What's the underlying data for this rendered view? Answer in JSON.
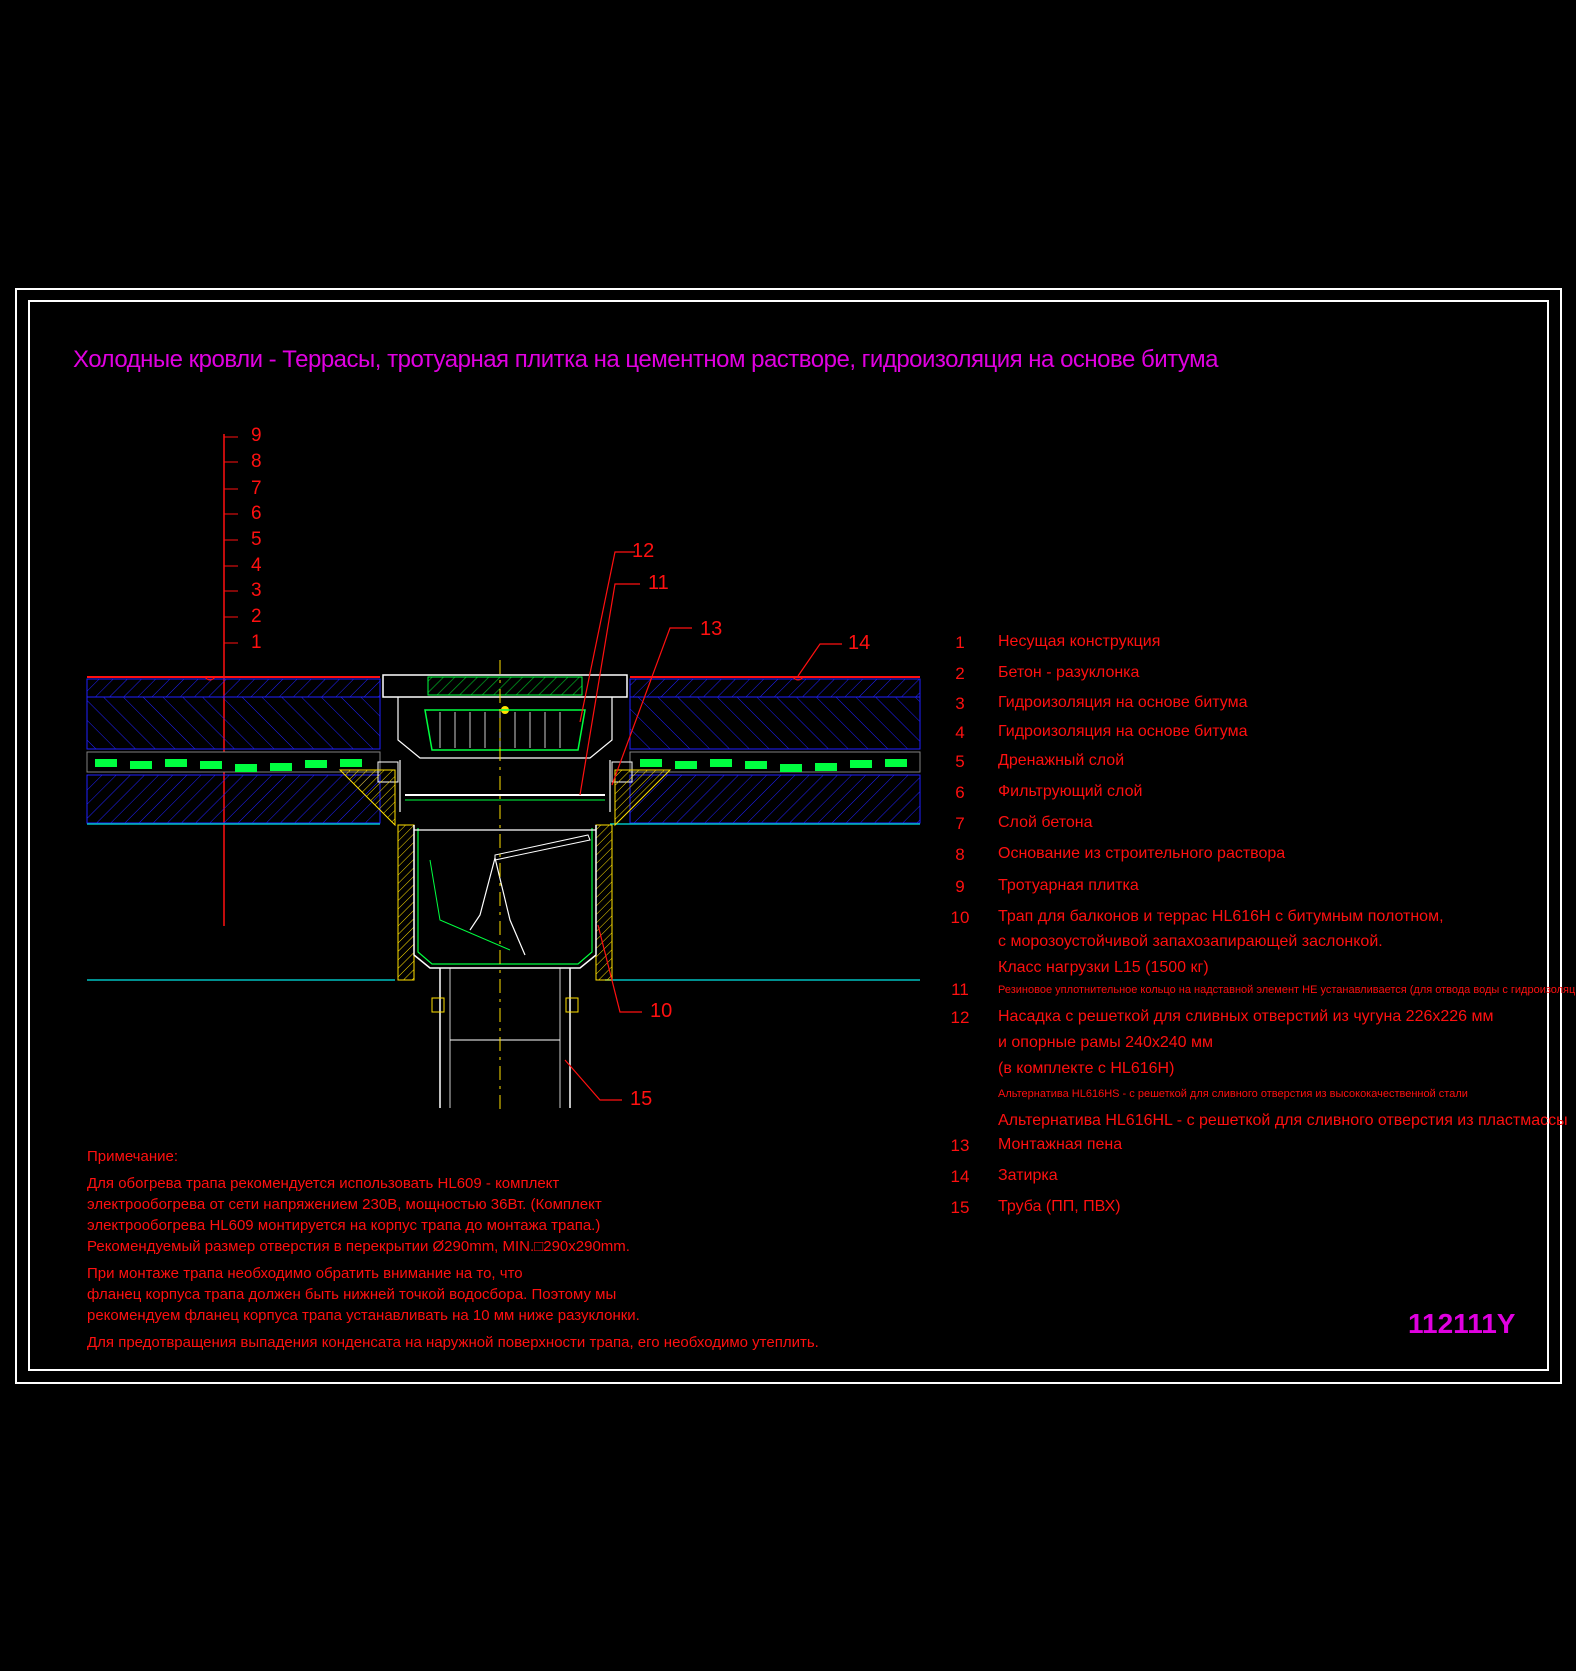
{
  "title": "Холодные кровли - Террасы, тротуарная плитка на цементном растворе, гидроизоляция на основе битума",
  "code": "112111Y",
  "scale_numbers": [
    "9",
    "8",
    "7",
    "6",
    "5",
    "4",
    "3",
    "2",
    "1"
  ],
  "callouts": {
    "c10": "10",
    "c11": "11",
    "c12": "12",
    "c13": "13",
    "c14": "14",
    "c15": "15"
  },
  "legend": [
    {
      "num": "1",
      "text": "Несущая конструкция"
    },
    {
      "num": "2",
      "text": "Бетон - разуклонка"
    },
    {
      "num": "3",
      "text": "Гидроизоляция на основе битума"
    },
    {
      "num": "4",
      "text": "Гидроизоляция на основе битума"
    },
    {
      "num": "5",
      "text": "Дренажный слой"
    },
    {
      "num": "6",
      "text": "Фильтрующий слой"
    },
    {
      "num": "7",
      "text": "Слой бетона"
    },
    {
      "num": "8",
      "text": "Основание из строительного раствора"
    },
    {
      "num": "9",
      "text": "Тротуарная плитка"
    },
    {
      "num": "10",
      "text": "Трап для балконов и террас HL616H с битумным полотном,"
    },
    {
      "num": "",
      "text": "с морозоустойчивой запахозапирающей заслонкой."
    },
    {
      "num": "",
      "text": "Класс нагрузки L15 (1500 кг)"
    },
    {
      "num": "11",
      "text": "Резиновое уплотнительное кольцо на надставной элемент НЕ устанавливается (для отвода воды с гидроизоляции)",
      "small": true
    },
    {
      "num": "12",
      "text": "Насадка с решеткой для сливных отверстий из чугуна 226х226 мм"
    },
    {
      "num": "",
      "text": "и опорные рамы 240х240 мм"
    },
    {
      "num": "",
      "text": "(в комплекте с HL616H)"
    },
    {
      "num": "",
      "text": "Альтернатива HL616HS - с решеткой  для сливного отверстия из высококачественной стали",
      "small": true
    },
    {
      "num": "",
      "text": "Альтернатива HL616HL - с решеткой  для сливного отверстия из пластмассы"
    },
    {
      "num": "13",
      "text": "Монтажная пена"
    },
    {
      "num": "14",
      "text": "Затирка"
    },
    {
      "num": "15",
      "text": "Труба (ПП, ПВХ)"
    }
  ],
  "notes": [
    "Примечание:",
    "Для обогрева трапа рекомендуется использовать HL609 - комплект",
    "электрообогрева от сети напряжением 230В, мощностью 36Вт. (Комплект",
    "электрообогрева HL609 монтируется на корпус трапа до монтажа трапа.)",
    "Рекомендуемый размер отверстия в перекрытии Ø290mm, MIN.□290x290mm.",
    "При монтаже трапа необходимо обратить внимание на то, что",
    "фланец корпуса трапа должен быть нижней точкой водосбора. Поэтому мы",
    "рекомендуем фланец корпуса трапа устанавливать на 10 мм ниже разуклонки.",
    "Для предотвращения выпадения конденсата на наружной поверхности трапа, его необходимо утеплить."
  ],
  "colors": {
    "red": "#ff1010",
    "magenta": "#e000e0",
    "green": "#00ff40",
    "blue": "#2020ff",
    "cyan": "#00c0c0",
    "yellow": "#ffe000",
    "white": "#ffffff"
  }
}
